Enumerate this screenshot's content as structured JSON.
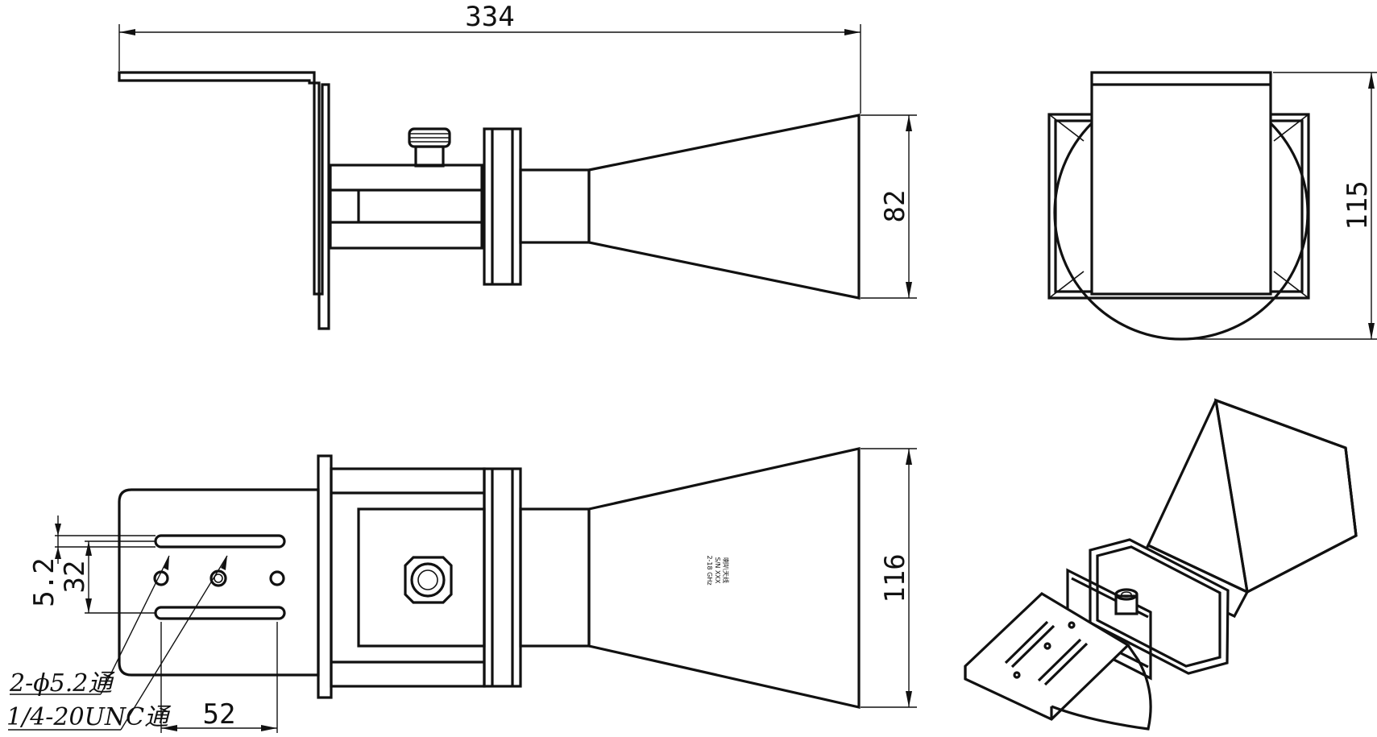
{
  "dimensions": {
    "overall_length": "334",
    "aperture_height_side": "82",
    "aperture_height_end": "115",
    "aperture_width_top": "116",
    "slot_width": "5.2",
    "slot_spacing": "32",
    "hole_spacing": "52"
  },
  "notes": {
    "through_holes": "2-ϕ5.2通",
    "threaded_hole": "1/4-20UNC通"
  },
  "nameplate": {
    "lines": [
      "喇叭天线",
      "S/N XXX",
      "2-18 GHz"
    ]
  }
}
